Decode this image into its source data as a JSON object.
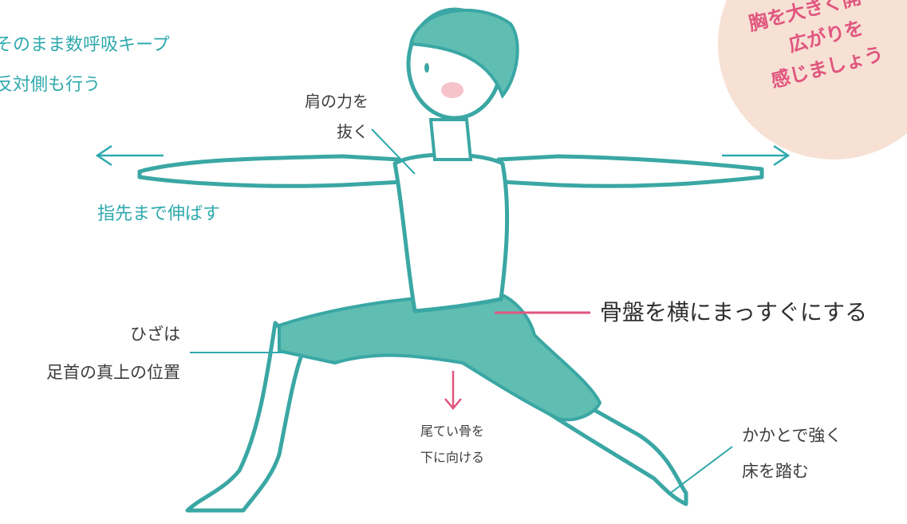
{
  "steps": {
    "line1": "そのまま数呼吸キープ",
    "line2": "反対側も行う"
  },
  "bubble": {
    "line1": "胸を大きく開",
    "line2": "広がりを",
    "line3": "感じましょう"
  },
  "labels": {
    "shoulder_line1": "肩の力を",
    "shoulder_line2": "抜く",
    "fingertips": "指先まで伸ばす",
    "pelvis": "骨盤を横にまっすぐにする",
    "knee_line1": "ひざは",
    "knee_line2": "足首の真上の位置",
    "tailbone_line1": "尾てい骨を",
    "tailbone_line2": "下に向ける",
    "heel_line1": "かかとで強く",
    "heel_line2": "床を踏む"
  },
  "colors": {
    "teal": "#2fa9ad",
    "body_fill": "#5fbdb2",
    "pink": "#e0567f",
    "bubble": "#f7e1d5"
  }
}
